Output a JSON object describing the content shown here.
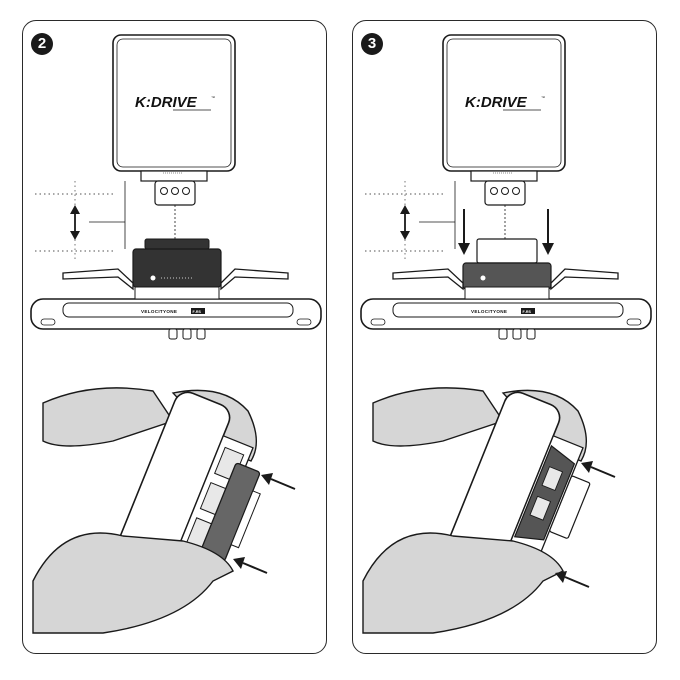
{
  "steps": [
    {
      "number": "2",
      "device_brand": "K:DRIVE",
      "brand_mark": "™",
      "base_model": "VELOCITYONE",
      "base_badge": "F-RS",
      "adapter_shade": "#333333",
      "hand_adapter_shade": "#666666",
      "show_push_arrows": false
    },
    {
      "number": "3",
      "device_brand": "K:DRIVE",
      "brand_mark": "™",
      "base_model": "VELOCITYONE",
      "base_badge": "F-RS",
      "adapter_shade": "#555555",
      "hand_adapter_shade": "#555555",
      "show_push_arrows": true
    }
  ],
  "colors": {
    "outline": "#1a1a1a",
    "hand_fill": "#d6d6d6",
    "device_fill": "#ffffff"
  },
  "icons": [
    "double-arrow-icon",
    "push-arrow-icon",
    "pointer-arrow-icon"
  ]
}
